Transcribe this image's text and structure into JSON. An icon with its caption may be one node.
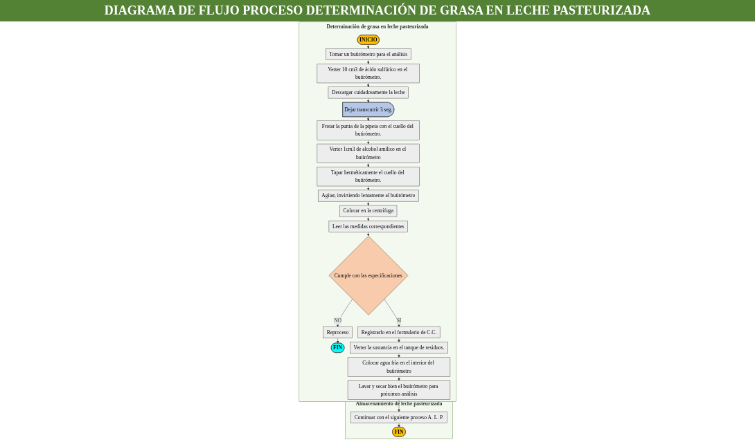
{
  "diagram": {
    "title": "DIAGRAMA DE FLUJO PROCESO DETERMINACIÓN DE GRASA EN LECHE PASTEURIZADA",
    "nodes": [
      {
        "text": [
          "Determinación de grasa en leche pasteurizada"
        ]
      },
      {
        "text": [
          "INICIO"
        ],
        "in": 0
      },
      {
        "text": [
          "Tomar un butirómetro para el análisis"
        ],
        "in": 0
      },
      {
        "text": [
          "Verter 10 cm3 de ácido sulfúrico en el butirómetro."
        ],
        "in": 0
      },
      {
        "text": [
          "Descargar cuidadosamente la leche"
        ],
        "in": 0
      },
      {
        "text": [
          "Dejar transcurrir 3 seg."
        ],
        "in": 0
      },
      {
        "text": [
          "Frotar la punta de la pipeta con el cuello del butirómetro."
        ],
        "in": 0
      },
      {
        "text": [
          "Verter 1cm3 de alcohol amílico en el butirómetro"
        ],
        "in": 0
      },
      {
        "text": [
          "Tapar herméticamente el cuello del butirómetro."
        ],
        "in": 0
      },
      {
        "text": [
          "Agitar, invirtiendo lentamente al butirómetro"
        ],
        "in": 0
      },
      {
        "text": [
          "Colocar en la centrifuga"
        ],
        "in": 0
      },
      {
        "text": [
          "Leer las medidas correspondientes"
        ],
        "in": 0
      },
      {
        "text": [
          "Cumple con las especificaciones"
        ],
        "in": 0
      },
      {
        "text": [
          "Reproceso"
        ],
        "in": 0
      },
      {
        "text": [
          "FIN"
        ],
        "in": 0
      },
      {
        "text": [
          "Registrarlo en el formulario de C.C."
        ],
        "in": 0
      },
      {
        "text": [
          "Verter la sustancia en el tanque de residuos."
        ],
        "in": 0
      },
      {
        "text": [
          "Colocar agua fría en el interior del butirómetro"
        ],
        "in": 0
      },
      {
        "text": [
          "Lavar y secar bien el butirómetro para próximos análisis"
        ],
        "in": 0
      },
      {
        "text": [
          "Almacenamiento de leche pasteurizada"
        ]
      },
      {
        "text": [
          "Continuar con el siguiente proceso A. L. P."
        ],
        "in": 19
      },
      {
        "text": [
          "FIN"
        ],
        "in": 19
      }
    ],
    "edges": [
      {
        "from": 1,
        "to": 2,
        "arrow": "to"
      },
      {
        "from": 2,
        "to": 3,
        "arrow": "to"
      },
      {
        "from": 3,
        "to": 4,
        "arrow": "to"
      },
      {
        "from": 4,
        "to": 5,
        "arrow": "to"
      },
      {
        "from": 5,
        "to": 6,
        "arrow": "to"
      },
      {
        "from": 6,
        "to": 7,
        "arrow": "to"
      },
      {
        "from": 7,
        "to": 8,
        "arrow": "to"
      },
      {
        "from": 8,
        "to": 9,
        "arrow": "to"
      },
      {
        "from": 9,
        "to": 10,
        "arrow": "to"
      },
      {
        "from": 10,
        "to": 11,
        "arrow": "to"
      },
      {
        "from": 11,
        "to": 12,
        "arrow": "to"
      },
      {
        "from": 12,
        "to": 13,
        "label": "NO",
        "arrow": "to"
      },
      {
        "from": 13,
        "to": 14,
        "arrow": "to"
      },
      {
        "from": 12,
        "to": 15,
        "label": "SI",
        "arrow": "to"
      },
      {
        "from": 15,
        "to": 16,
        "arrow": "to"
      },
      {
        "from": 16,
        "to": 17,
        "arrow": "to"
      },
      {
        "from": 17,
        "to": 18,
        "arrow": "to"
      },
      {
        "from": 18,
        "to": 20,
        "arrow": "to"
      },
      {
        "from": 20,
        "to": 21,
        "arrow": "to"
      }
    ]
  }
}
